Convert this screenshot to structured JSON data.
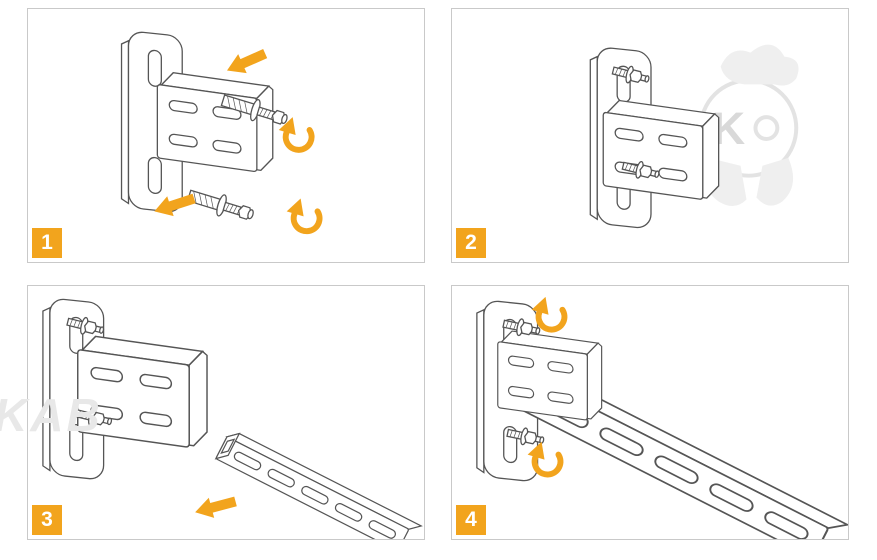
{
  "colors": {
    "accent": "#F2A41D",
    "line": "#555555",
    "wm": "#E8E8E8",
    "border": "#C9C9C9"
  },
  "panels": [
    {
      "step": "1",
      "icons": [
        "wall-plate",
        "bracket-channel",
        "anchor-bolt",
        "insert-arrow",
        "rotate-arrow"
      ]
    },
    {
      "step": "2",
      "icons": [
        "wall-plate",
        "bracket-channel",
        "stud-bolt",
        "watermark-logo"
      ]
    },
    {
      "step": "3",
      "icons": [
        "wall-plate",
        "bracket-channel",
        "cantilever-arm",
        "insert-arrow"
      ]
    },
    {
      "step": "4",
      "icons": [
        "wall-plate",
        "bracket-channel",
        "cantilever-arm",
        "rotate-arrow"
      ]
    }
  ],
  "watermark": {
    "logo_letter": "K",
    "text_fragment": "KAB"
  }
}
